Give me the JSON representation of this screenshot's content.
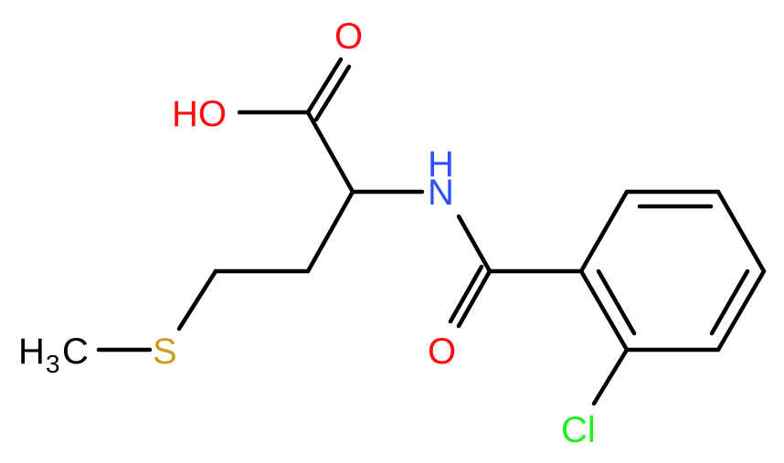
{
  "molecule": {
    "atoms": {
      "hydroxyl_oxygen": {
        "text": "HO",
        "color": "#ff0d0d"
      },
      "carbonyl_oxygen_acid": {
        "text": "O",
        "color": "#ff0d0d"
      },
      "amide_nitrogen_h": {
        "text": "H",
        "color": "#3050f8"
      },
      "amide_nitrogen": {
        "text": "N",
        "color": "#3050f8"
      },
      "carbonyl_oxygen_amide": {
        "text": "O",
        "color": "#ff0d0d"
      },
      "sulfur": {
        "text": "S",
        "color": "#c8a020"
      },
      "methyl_h": {
        "text": "H",
        "color": "#000000"
      },
      "methyl_sub": {
        "text": "3",
        "color": "#000000"
      },
      "methyl_c": {
        "text": "C",
        "color": "#000000"
      },
      "chlorine": {
        "text": "Cl",
        "color": "#1ff01f"
      }
    },
    "bond_color": "#000000"
  }
}
